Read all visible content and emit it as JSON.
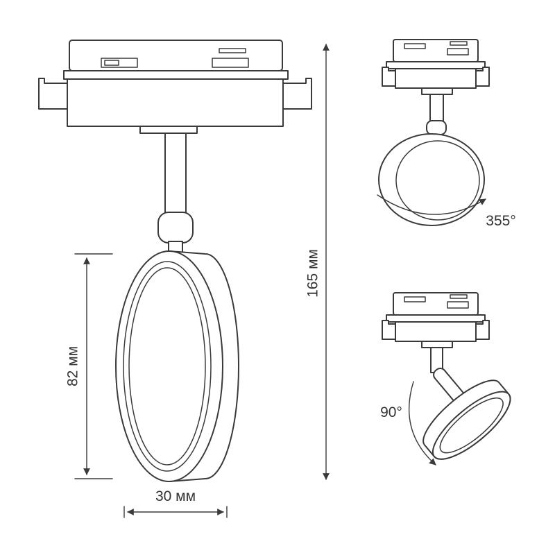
{
  "colors": {
    "line": "#3a3a3a",
    "text": "#333333",
    "background": "#ffffff"
  },
  "diagram": {
    "front_view": {
      "height_label": "165 мм",
      "head_height_label": "82 мм",
      "head_width_label": "30 мм"
    },
    "rotation_view": {
      "angle_label": "355°"
    },
    "tilt_view": {
      "angle_label": "90°"
    }
  }
}
